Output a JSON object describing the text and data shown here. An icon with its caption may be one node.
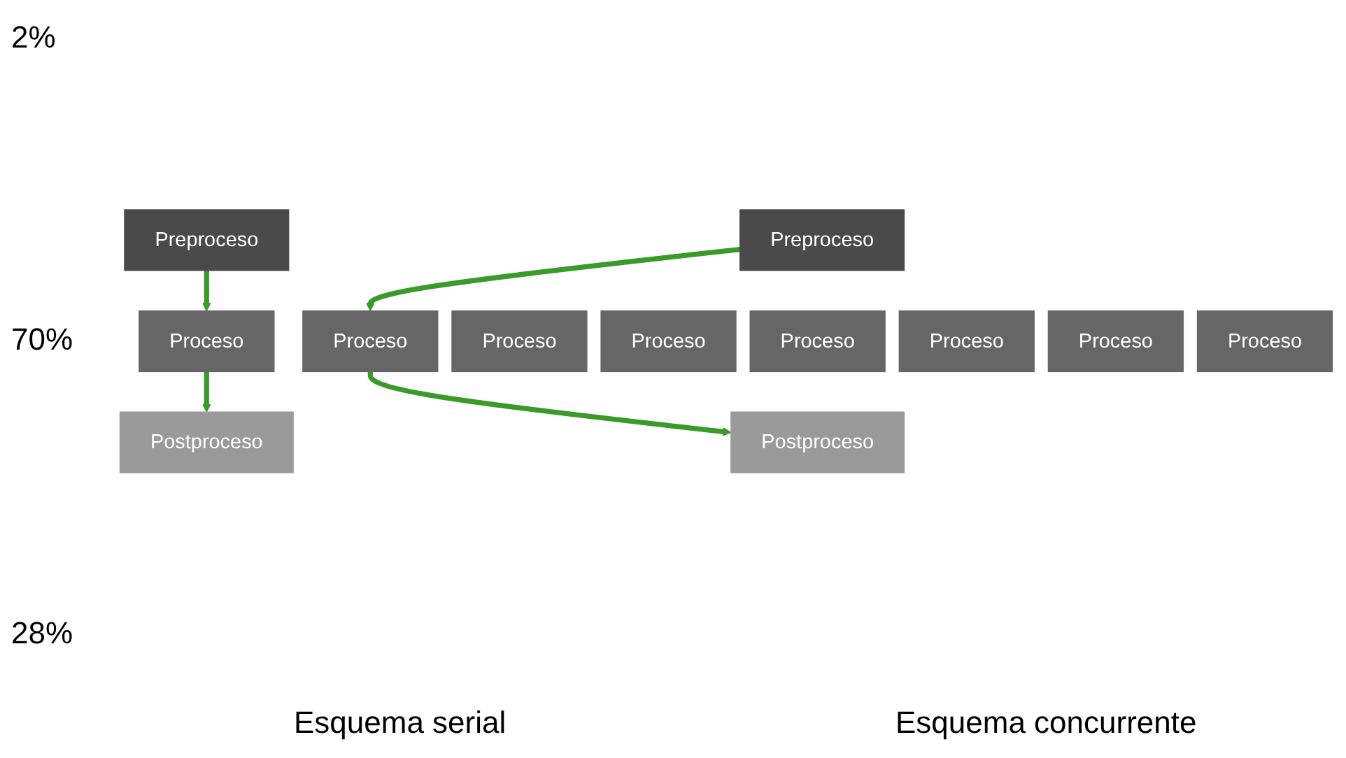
{
  "diagram": {
    "nodes": [
      {
        "text": [
          "Preproceso"
        ]
      },
      {
        "text": [
          "Proceso"
        ]
      },
      {
        "text": [
          "Postproceso"
        ]
      },
      {
        "text": [
          "Preproceso"
        ]
      },
      {
        "text": [
          "Proceso"
        ]
      },
      {
        "text": [
          "Proceso"
        ]
      },
      {
        "text": [
          "Proceso"
        ]
      },
      {
        "text": [
          "Proceso"
        ]
      },
      {
        "text": [
          "Proceso"
        ]
      },
      {
        "text": [
          "Proceso"
        ]
      },
      {
        "text": [
          "Proceso"
        ]
      },
      {
        "text": [
          "Postproceso"
        ]
      }
    ],
    "edges": [
      {
        "from": 0,
        "to": 1,
        "arrow": "to"
      },
      {
        "from": 1,
        "to": 2,
        "arrow": "to"
      },
      {
        "from": 3,
        "to": 7,
        "arrow": "to"
      },
      {
        "from": 7,
        "to": 11,
        "arrow": "to"
      }
    ],
    "labels": [
      "2%",
      "70%",
      "28%",
      "Esquema serial",
      "Esquema concurrente"
    ]
  }
}
